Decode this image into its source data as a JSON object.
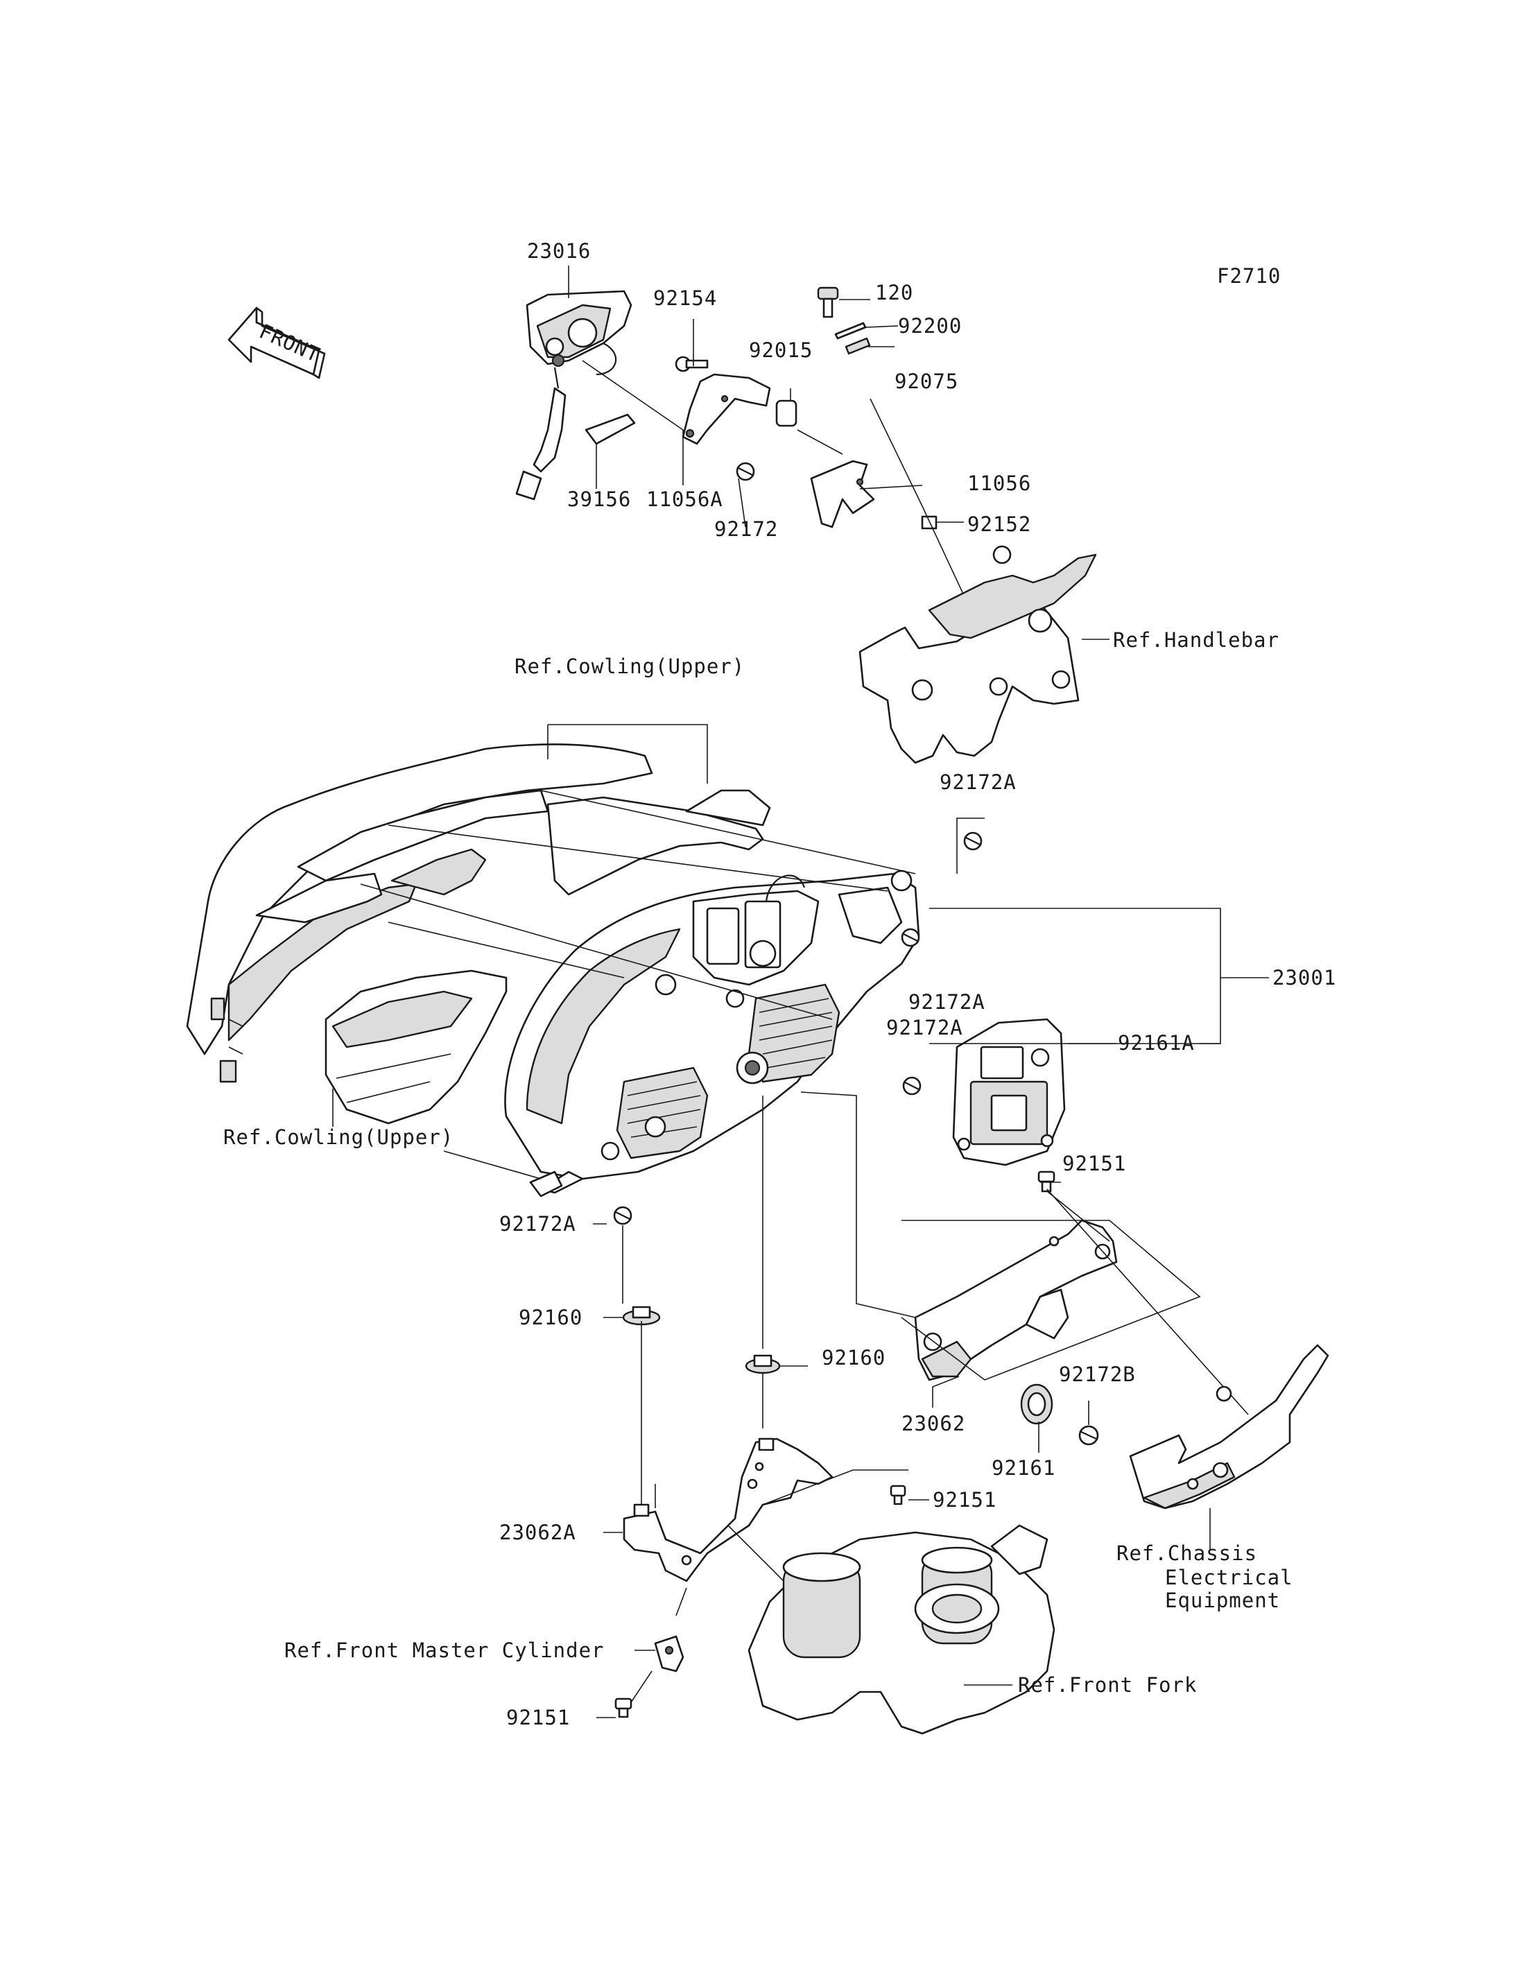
{
  "figure_code": "F2710",
  "front_arrow": "FRONT",
  "labels": {
    "p23016": "23016",
    "p92154": "92154",
    "p92015": "92015",
    "p120": "120",
    "p92200": "92200",
    "p92075": "92075",
    "p39156": "39156",
    "p11056A": "11056A",
    "p92172": "92172",
    "p11056": "11056",
    "p92152": "92152",
    "ref_handlebar": "Ref.Handlebar",
    "ref_cowling_upper_top": "Ref.Cowling(Upper)",
    "p92172A_1": "92172A",
    "p23001": "23001",
    "p92172A_2": "92172A",
    "p92172A_3": "92172A",
    "p92161A": "92161A",
    "ref_cowling_upper_left": "Ref.Cowling(Upper)",
    "p92151_1": "92151",
    "p92172A_4": "92172A",
    "p92160_1": "92160",
    "p92160_2": "92160",
    "p92172B": "92172B",
    "p23062": "23062",
    "p92161": "92161",
    "p92151_2": "92151",
    "p23062A": "23062A",
    "ref_chassis_1": "Ref.Chassis",
    "ref_chassis_2": "Electrical",
    "ref_chassis_3": "Equipment",
    "ref_front_master_cylinder": "Ref.Front Master Cylinder",
    "ref_front_fork": "Ref.Front Fork",
    "p92151_3": "92151"
  }
}
